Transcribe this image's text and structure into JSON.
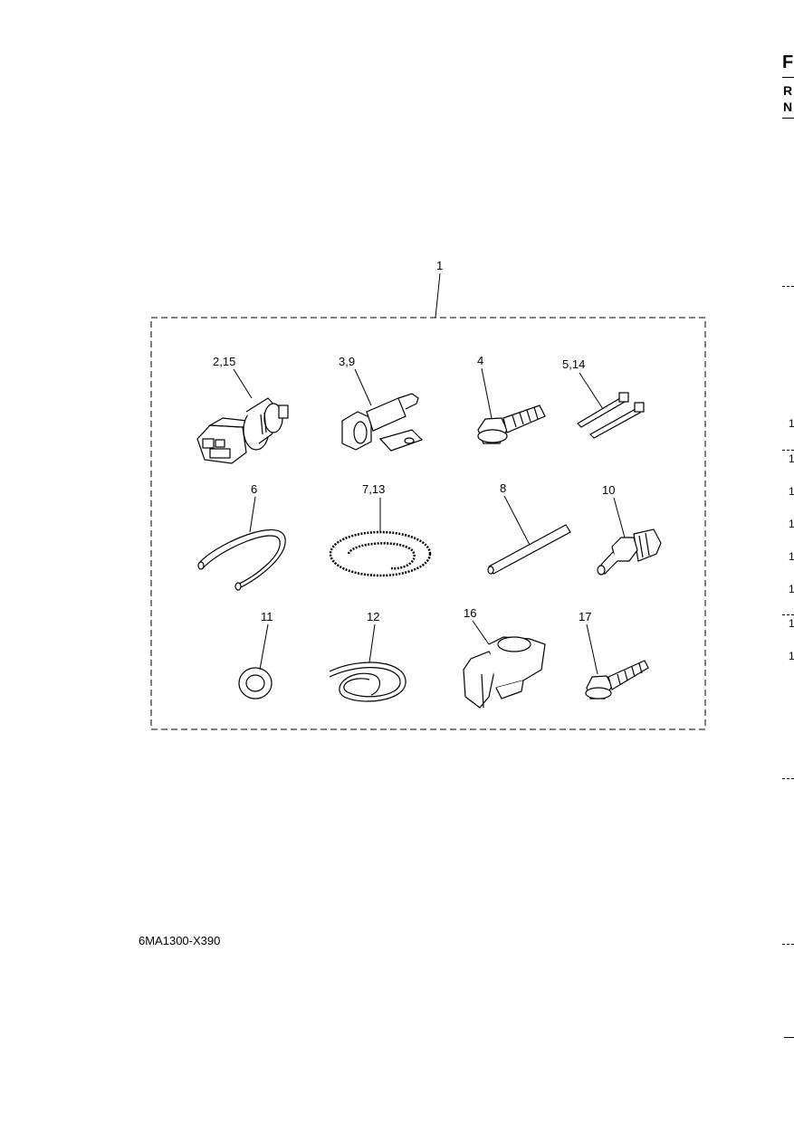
{
  "diagram": {
    "callouts": {
      "kit": "1",
      "item_2_15": "2,15",
      "item_3_9": "3,9",
      "item_4": "4",
      "item_5_14": "5,14",
      "item_6": "6",
      "item_7_13": "7,13",
      "item_8": "8",
      "item_10": "10",
      "item_11": "11",
      "item_12": "12",
      "item_16": "16",
      "item_17": "17"
    },
    "figure_code": "6MA1300-X390"
  },
  "right_margin": {
    "letters": [
      "F",
      "R",
      "N"
    ],
    "row_numbers": [
      "1",
      "1",
      "1",
      "1",
      "1",
      "1",
      "1",
      "1"
    ]
  }
}
